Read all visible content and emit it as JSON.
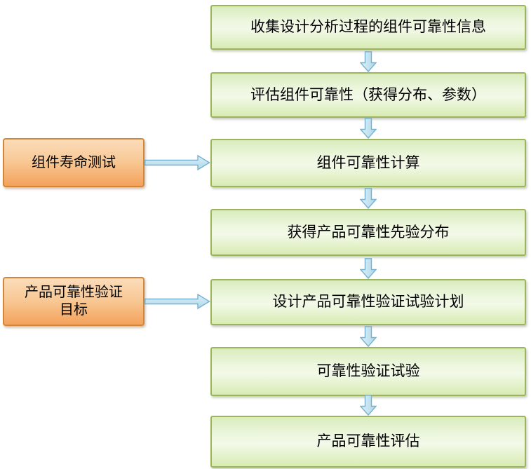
{
  "diagram": {
    "type": "flowchart",
    "flow_steps": [
      {
        "label": "收集设计分析过程的组件可靠性信息"
      },
      {
        "label": "评估组件可靠性（获得分布、参数）"
      },
      {
        "label": "组件可靠性计算"
      },
      {
        "label": "获得产品可靠性先验分布"
      },
      {
        "label": "设计产品可靠性验证试验计划"
      },
      {
        "label": "可靠性验证试验"
      },
      {
        "label": "产品可靠性评估"
      }
    ],
    "side_inputs": [
      {
        "label": "组件寿命测试",
        "targets_step": "组件可靠性计算"
      },
      {
        "label": "产品可靠性验证\n目标",
        "targets_step": "设计产品可靠性验证试验计划"
      }
    ],
    "colors": {
      "step_fill_light": "#f2f9e8",
      "step_fill_dark": "#d9ecbd",
      "step_border": "#9cb45a",
      "input_fill_light": "#fbdcba",
      "input_fill_dark": "#f3a25c",
      "input_border": "#d0873c",
      "arrow_fill_light": "#ddf1f8",
      "arrow_fill_dark": "#aed7e9",
      "arrow_border": "#76b1cf",
      "text": "#000000",
      "background": "#ffffff"
    }
  }
}
